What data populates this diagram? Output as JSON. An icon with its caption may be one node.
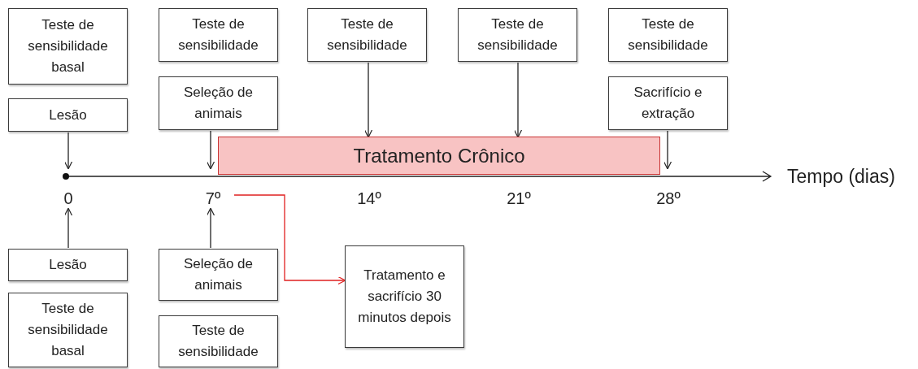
{
  "diagram": {
    "nodes": [
      {
        "text": [
          "Teste de sensibilidade basal"
        ]
      },
      {
        "text": [
          "Lesão"
        ]
      },
      {
        "text": [
          "Teste de sensibilidade"
        ]
      },
      {
        "text": [
          "Seleção de animais"
        ]
      },
      {
        "text": [
          "Teste de sensibilidade"
        ]
      },
      {
        "text": [
          "Teste de sensibilidade"
        ]
      },
      {
        "text": [
          "Teste de sensibilidade"
        ]
      },
      {
        "text": [
          "Sacrifício e extração"
        ]
      },
      {
        "text": [
          "Tratamento Crônico"
        ]
      },
      {
        "text": [
          "0"
        ]
      },
      {
        "text": [
          "7º"
        ]
      },
      {
        "text": [
          "14º"
        ]
      },
      {
        "text": [
          "21º"
        ]
      },
      {
        "text": [
          "28º"
        ]
      },
      {
        "text": [
          "Lesão"
        ]
      },
      {
        "text": [
          "Teste de sensibilidade basal"
        ]
      },
      {
        "text": [
          "Seleção de animais"
        ]
      },
      {
        "text": [
          "Teste de sensibilidade"
        ]
      },
      {
        "text": [
          "Tratamento e sacrifício 30 minutos depois"
        ]
      }
    ],
    "edges": [
      {
        "from": 1,
        "to": 9,
        "arrow": "to"
      },
      {
        "from": 3,
        "to": 10,
        "arrow": "to"
      },
      {
        "from": 4,
        "to": 8,
        "arrow": "to"
      },
      {
        "from": 5,
        "to": 8,
        "arrow": "to"
      },
      {
        "from": 7,
        "to": 13,
        "arrow": "to"
      },
      {
        "from": 14,
        "to": 9,
        "arrow": "to"
      },
      {
        "from": 16,
        "to": 10,
        "arrow": "to"
      },
      {
        "from": 10,
        "to": 18,
        "arrow": "to",
        "color": "#e02020"
      }
    ],
    "labels": [
      "Tempo (dias)"
    ]
  }
}
